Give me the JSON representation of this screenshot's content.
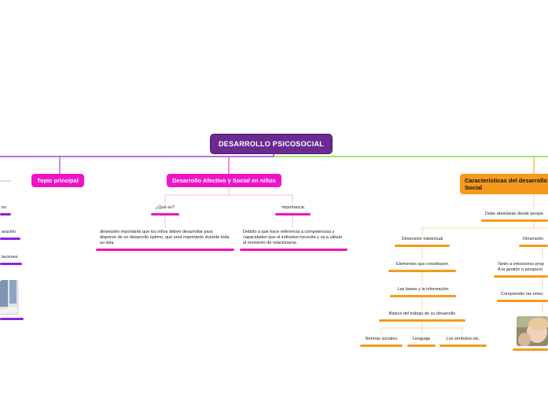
{
  "root": {
    "label": "DESARROLLO PSICOSOCIAL"
  },
  "left": {
    "main_label": "Topic principal",
    "items": [
      "es",
      "aración",
      "taciones"
    ]
  },
  "center": {
    "main_label": "Desarrollo Afectivo y Social en niños",
    "que_es": {
      "label": "¿Qué es?",
      "text": "dimensión importante que los niños deben desarrollar para disponer de un desarrollo óptimo, que será importante durante toda su vida."
    },
    "importancia": {
      "label": "Importancia",
      "text": "Debido a que hace referencia a competencias y capacidades que el individuo necesita y va a utilizar al momento de relacionarse."
    }
  },
  "right": {
    "main_label": "Características del desarrollo Social",
    "debe": "Debe abordarse desde perspe",
    "dim_intelectual": "Dimensión Intelectual",
    "dim_other": "Dimensión",
    "elementos": "Elementos que constituyen",
    "bases": "Las bases y la información",
    "basica": "Básica del trabajo de su desarrollo",
    "leaves": [
      "Normas sociales",
      "Lenguaje",
      "Los símbolos etc."
    ],
    "tanto": "Tanto a emociones prop A la gestión o perspecti",
    "comprender": "Comprender las emoc"
  },
  "colors": {
    "root": "#6a2a8f",
    "purple_branch": "#8b22e0",
    "pink_branch": "#ee14c8",
    "orange_branch": "#f59a1d",
    "green_branch": "#5ce312"
  }
}
